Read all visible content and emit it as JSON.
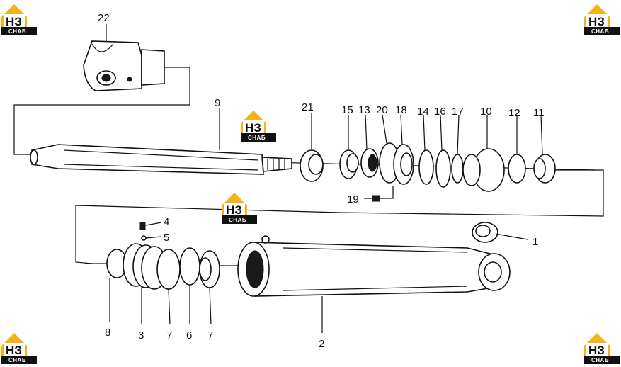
{
  "logo": {
    "mark": "НЗ",
    "sub": "СНАБ",
    "color": "#f5b21a"
  },
  "callouts": {
    "p1": "1",
    "p2": "2",
    "p3": "3",
    "p4": "4",
    "p5": "5",
    "p6": "6",
    "p7a": "7",
    "p7b": "7",
    "p8": "8",
    "p9": "9",
    "p10": "10",
    "p11": "11",
    "p12": "12",
    "p13": "13",
    "p14": "14",
    "p15": "15",
    "p16": "16",
    "p17": "17",
    "p18": "18",
    "p19": "19",
    "p20": "20",
    "p21": "21",
    "p22": "22"
  }
}
